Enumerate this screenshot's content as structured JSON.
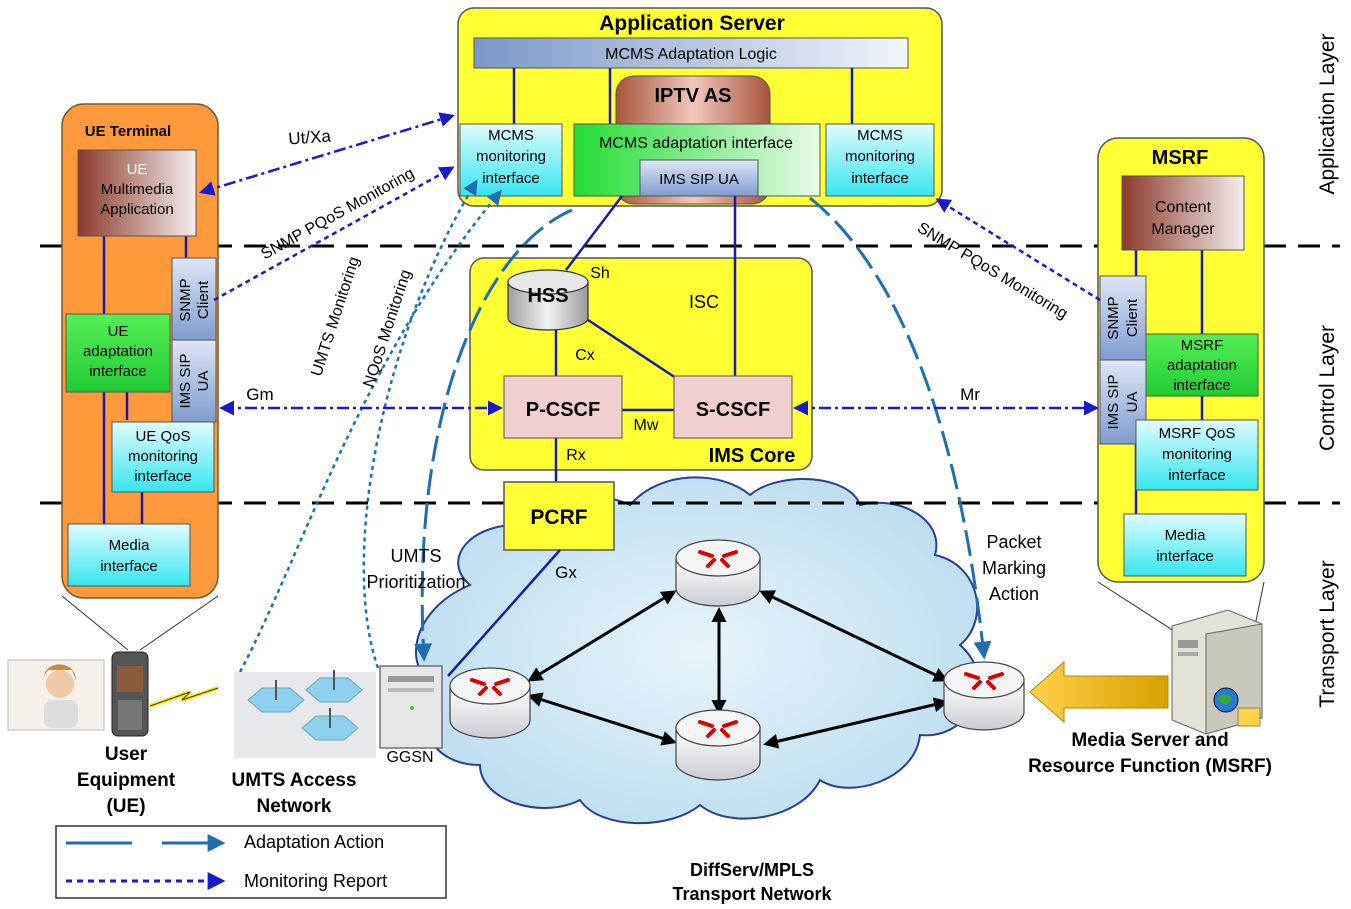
{
  "layers": {
    "application": "Application Layer",
    "control": "Control Layer",
    "transport": "Transport Layer"
  },
  "app_server": {
    "title": "Application Server",
    "logic": "MCMS Adaptation Logic",
    "iptv_as": "IPTV AS",
    "adapt_if": "MCMS adaptation interface",
    "sip_ua": "IMS SIP UA",
    "mon_if_left": [
      "MCMS",
      "monitoring",
      "interface"
    ],
    "mon_if_right": [
      "MCMS",
      "monitoring",
      "interface"
    ]
  },
  "ue_terminal": {
    "title": "UE Terminal",
    "app": [
      "UE",
      "Multimedia",
      "Application"
    ],
    "adapt_if": [
      "UE",
      "adaptation",
      "interface"
    ],
    "snmp": [
      "SNMP",
      "Client"
    ],
    "sip": [
      "IMS SIP",
      "UA"
    ],
    "qos_if": [
      "UE QoS",
      "monitoring",
      "interface"
    ],
    "media_if": [
      "Media",
      "interface"
    ]
  },
  "msrf": {
    "title": "MSRF",
    "content": [
      "Content",
      "Manager"
    ],
    "snmp": [
      "SNMP",
      "Client"
    ],
    "sip": [
      "IMS SIP",
      "UA"
    ],
    "adapt_if": [
      "MSRF",
      "adaptation",
      "interface"
    ],
    "qos_if": [
      "MSRF QoS",
      "monitoring",
      "interface"
    ],
    "media_if": [
      "Media",
      "interface"
    ]
  },
  "ims_core": {
    "title": "IMS Core",
    "hss": "HSS",
    "pcscf": "P-CSCF",
    "scscf": "S-CSCF",
    "sh": "Sh",
    "isc": "ISC",
    "cx": "Cx",
    "mw": "Mw",
    "rx": "Rx"
  },
  "pcrf": "PCRF",
  "gx": "Gx",
  "links": {
    "ut_xa": "Ut/Xa",
    "snmp_left": "SNMP PQoS Monitoring",
    "snmp_right": "SNMP PQoS Monitoring",
    "umts_mon": "UMTS Monitoring",
    "nqos_mon": "NQoS Monitoring",
    "gm": "Gm",
    "mr": "Mr",
    "umts_prio": [
      "UMTS",
      "Prioritization"
    ],
    "packet_mark": [
      "Packet",
      "Marking",
      "Action"
    ]
  },
  "bottom": {
    "ue": [
      "User",
      "Equipment",
      "(UE)"
    ],
    "umts": [
      "UMTS Access",
      "Network"
    ],
    "ggsn": "GGSN",
    "transport": [
      "DiffServ/MPLS",
      "Transport Network"
    ],
    "msrf": [
      "Media Server and",
      "Resource Function (MSRF)"
    ]
  },
  "legend": {
    "adaptation": "Adaptation Action",
    "monitoring": "Monitoring Report"
  },
  "colors": {
    "yellow": "#ffff33",
    "orange": "#ff9933",
    "cyan": "#66ffff",
    "green": "#33dd33",
    "rose": "#f2d0d0",
    "blue_line": "#1a1aaa",
    "arrow_blue": "#1f6fb0"
  }
}
